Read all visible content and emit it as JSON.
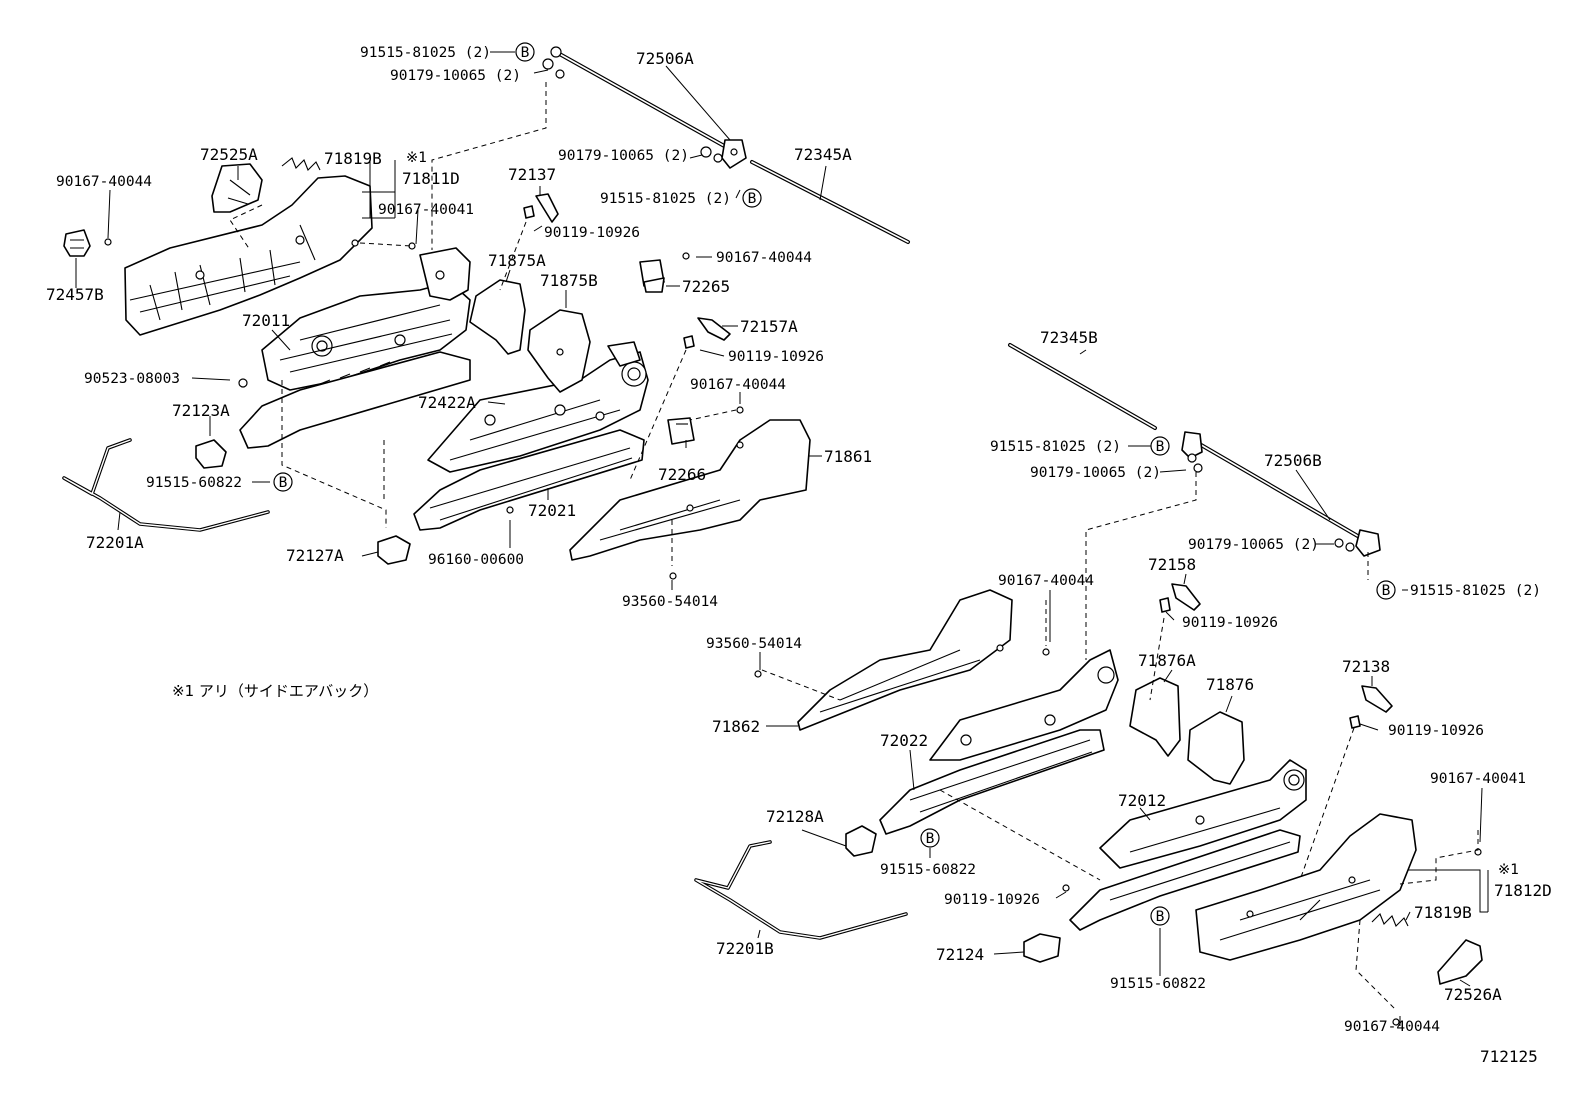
{
  "diagram_code": "712125",
  "note": "※1 アリ（サイドエアバック）",
  "ref_letter": "B",
  "asterisk": "※1",
  "labels": [
    {
      "id": "l01",
      "text": "91515-81025 (2)"
    },
    {
      "id": "l02",
      "text": "90179-10065 (2)"
    },
    {
      "id": "l03",
      "text": "72506A"
    },
    {
      "id": "l04",
      "text": "90179-10065 (2)"
    },
    {
      "id": "l05",
      "text": "72345A"
    },
    {
      "id": "l06",
      "text": "91515-81025 (2)"
    },
    {
      "id": "l07",
      "text": "72525A"
    },
    {
      "id": "l08",
      "text": "71819B"
    },
    {
      "id": "l09",
      "text": "71811D"
    },
    {
      "id": "l10",
      "text": "90167-40044"
    },
    {
      "id": "l11",
      "text": "90167-40041"
    },
    {
      "id": "l12",
      "text": "72137"
    },
    {
      "id": "l13",
      "text": "90119-10926"
    },
    {
      "id": "l14",
      "text": "90167-40044"
    },
    {
      "id": "l15",
      "text": "72265"
    },
    {
      "id": "l16",
      "text": "72457B"
    },
    {
      "id": "l17",
      "text": "71875A"
    },
    {
      "id": "l18",
      "text": "71875B"
    },
    {
      "id": "l19",
      "text": "72011"
    },
    {
      "id": "l20",
      "text": "72157A"
    },
    {
      "id": "l21",
      "text": "90119-10926"
    },
    {
      "id": "l22",
      "text": "90523-08003"
    },
    {
      "id": "l23",
      "text": "72422A"
    },
    {
      "id": "l24",
      "text": "90167-40044"
    },
    {
      "id": "l25",
      "text": "72123A"
    },
    {
      "id": "l26",
      "text": "72266"
    },
    {
      "id": "l27",
      "text": "71861"
    },
    {
      "id": "l28",
      "text": "91515-60822"
    },
    {
      "id": "l29",
      "text": "72021"
    },
    {
      "id": "l30",
      "text": "72201A"
    },
    {
      "id": "l31",
      "text": "72127A"
    },
    {
      "id": "l32",
      "text": "96160-00600"
    },
    {
      "id": "l33",
      "text": "93560-54014"
    },
    {
      "id": "l34",
      "text": "72345B"
    },
    {
      "id": "l35",
      "text": "91515-81025 (2)"
    },
    {
      "id": "l36",
      "text": "90179-10065 (2)"
    },
    {
      "id": "l37",
      "text": "72506B"
    },
    {
      "id": "l38",
      "text": "90179-10065 (2)"
    },
    {
      "id": "l39",
      "text": "91515-81025 (2)"
    },
    {
      "id": "l40",
      "text": "90167-40044"
    },
    {
      "id": "l41",
      "text": "72158"
    },
    {
      "id": "l42",
      "text": "90119-10926"
    },
    {
      "id": "l43",
      "text": "93560-54014"
    },
    {
      "id": "l44",
      "text": "71876A"
    },
    {
      "id": "l45",
      "text": "71876"
    },
    {
      "id": "l46",
      "text": "72138"
    },
    {
      "id": "l47",
      "text": "71862"
    },
    {
      "id": "l48",
      "text": "90119-10926"
    },
    {
      "id": "l49",
      "text": "72022"
    },
    {
      "id": "l50",
      "text": "90167-40041"
    },
    {
      "id": "l51",
      "text": "72012"
    },
    {
      "id": "l52",
      "text": "72128A"
    },
    {
      "id": "l53",
      "text": "91515-60822"
    },
    {
      "id": "l54",
      "text": "71812D"
    },
    {
      "id": "l55",
      "text": "90119-10926"
    },
    {
      "id": "l56",
      "text": "71819B"
    },
    {
      "id": "l57",
      "text": "72201B"
    },
    {
      "id": "l58",
      "text": "72124"
    },
    {
      "id": "l59",
      "text": "91515-60822"
    },
    {
      "id": "l60",
      "text": "72526A"
    },
    {
      "id": "l61",
      "text": "90167-40044"
    }
  ]
}
